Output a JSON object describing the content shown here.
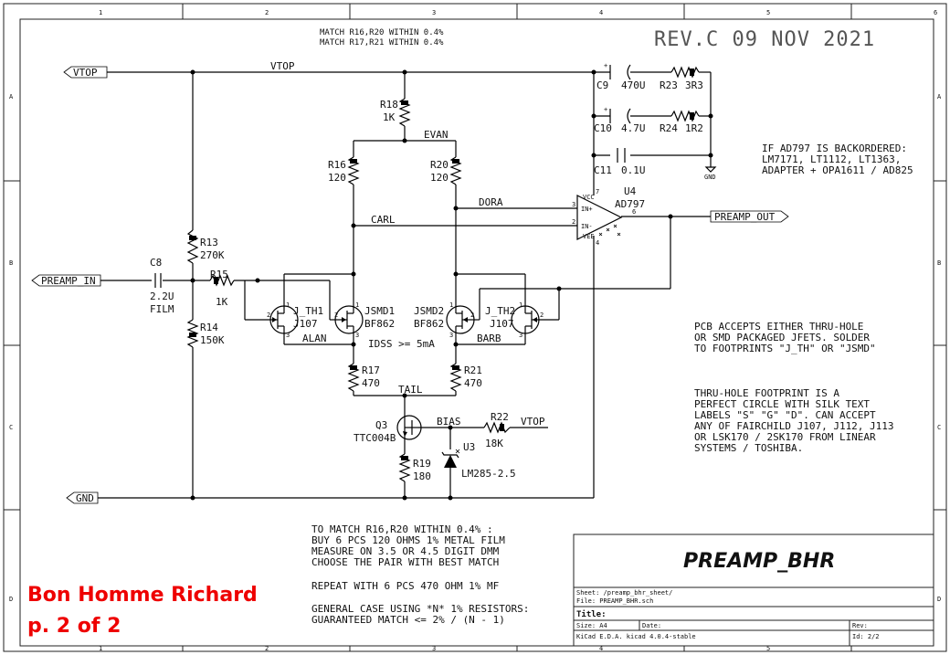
{
  "frame": {
    "columns": [
      "1",
      "2",
      "3",
      "4",
      "5",
      "6"
    ],
    "rows": [
      "A",
      "B",
      "C",
      "D"
    ]
  },
  "header": {
    "rev": "REV.C  09 NOV 2021",
    "match_note_1": "MATCH R16,R20 WITHIN 0.4%",
    "match_note_2": "MATCH R17,R21 WITHIN 0.4%"
  },
  "ports": {
    "vtop": "VTOP",
    "preamp_in": "PREAMP_IN",
    "gnd": "GND",
    "preamp_out": "PREAMP_OUT"
  },
  "nets": {
    "vtop": "VTOP",
    "evan": "EVAN",
    "dora": "DORA",
    "carl": "CARL",
    "alan": "ALAN",
    "barb": "BARB",
    "tail": "TAIL",
    "bias": "BIAS",
    "vtop2": "VTOP",
    "gnd_sym": "GND",
    "idss": "IDSS >= 5mA"
  },
  "components": {
    "c9": {
      "ref": "C9",
      "value": "470U"
    },
    "r23": {
      "ref": "R23",
      "value": "3R3"
    },
    "c10": {
      "ref": "C10",
      "value": "4.7U"
    },
    "r24": {
      "ref": "R24",
      "value": "1R2"
    },
    "c11": {
      "ref": "C11",
      "value": "0.1U"
    },
    "r18": {
      "ref": "R18",
      "value": "1K"
    },
    "r16": {
      "ref": "R16",
      "value": "120"
    },
    "r20": {
      "ref": "R20",
      "value": "120"
    },
    "r13": {
      "ref": "R13",
      "value": "270K"
    },
    "r14": {
      "ref": "R14",
      "value": "150K"
    },
    "c8": {
      "ref": "C8",
      "value": "2.2U",
      "extra": "FILM"
    },
    "r15": {
      "ref": "R15",
      "value": "1K"
    },
    "jth1": {
      "ref": "J_TH1",
      "value": "J107"
    },
    "jsmd1": {
      "ref": "JSMD1",
      "value": "BF862"
    },
    "jsmd2": {
      "ref": "JSMD2",
      "value": "BF862"
    },
    "jth2": {
      "ref": "J_TH2",
      "value": "J107"
    },
    "r17": {
      "ref": "R17",
      "value": "470"
    },
    "r21": {
      "ref": "R21",
      "value": "470"
    },
    "q3": {
      "ref": "Q3",
      "value": "TTC004B"
    },
    "r22": {
      "ref": "R22",
      "value": "18K"
    },
    "r19": {
      "ref": "R19",
      "value": "180"
    },
    "u3": {
      "ref": "U3",
      "value": "LM285-2.5"
    },
    "u4": {
      "ref": "U4",
      "value": "AD797"
    }
  },
  "opamp_pins": {
    "vcc": "VCC",
    "inp": "IN+",
    "inm": "IN-",
    "vee": "VEE",
    "out": "6",
    "p7": "7",
    "p3": "3",
    "p2": "2",
    "p4": "4"
  },
  "pin_numbers": {
    "jth1": [
      "1",
      "2",
      "3"
    ],
    "jsmd1": [
      "1",
      "2",
      "3"
    ],
    "jsmd2": [
      "1",
      "2",
      "3"
    ],
    "jth2": [
      "1",
      "2",
      "3"
    ]
  },
  "notes": {
    "ad797": [
      "IF AD797 IS BACKORDERED:",
      "LM7171, LT1112, LT1363,",
      "ADAPTER + OPA1611 / AD825"
    ],
    "pcb": [
      "PCB ACCEPTS EITHER THRU-HOLE",
      "OR SMD PACKAGED JFETS.  SOLDER",
      "TO FOOTPRINTS \"J_TH\" OR \"JSMD\""
    ],
    "thru": [
      "THRU-HOLE FOOTPRINT IS A",
      "PERFECT CIRCLE WITH SILK TEXT",
      "LABELS \"S\" \"G\" \"D\". CAN ACCEPT",
      "ANY OF FAIRCHILD J107, J112, J113",
      "OR LSK170 / 2SK170 FROM LINEAR",
      "SYSTEMS / TOSHIBA."
    ],
    "match": [
      "TO MATCH R16,R20 WITHIN 0.4% :",
      "BUY 6 PCS 120 OHMS 1% METAL FILM",
      "MEASURE ON 3.5 OR 4.5 DIGIT DMM",
      "CHOOSE THE PAIR WITH BEST MATCH",
      "",
      "REPEAT WITH 6 PCS 470 OHM 1% MF",
      "",
      "GENERAL CASE USING *N* 1% RESISTORS:",
      "GUARANTEED MATCH <= 2% / (N - 1)"
    ]
  },
  "branding": {
    "line1": "Bon Homme Richard",
    "line2": "p. 2 of 2"
  },
  "title_block": {
    "name": "PREAMP_BHR",
    "sheet": "Sheet: /preamp_bhr_sheet/",
    "file": "File: PREAMP_BHR.sch",
    "title_label": "Title:",
    "size": "Size: A4",
    "date": "Date:",
    "rev": "Rev:",
    "kicad": "KiCad E.D.A.  kicad 4.0.4-stable",
    "id": "Id: 2/2"
  }
}
